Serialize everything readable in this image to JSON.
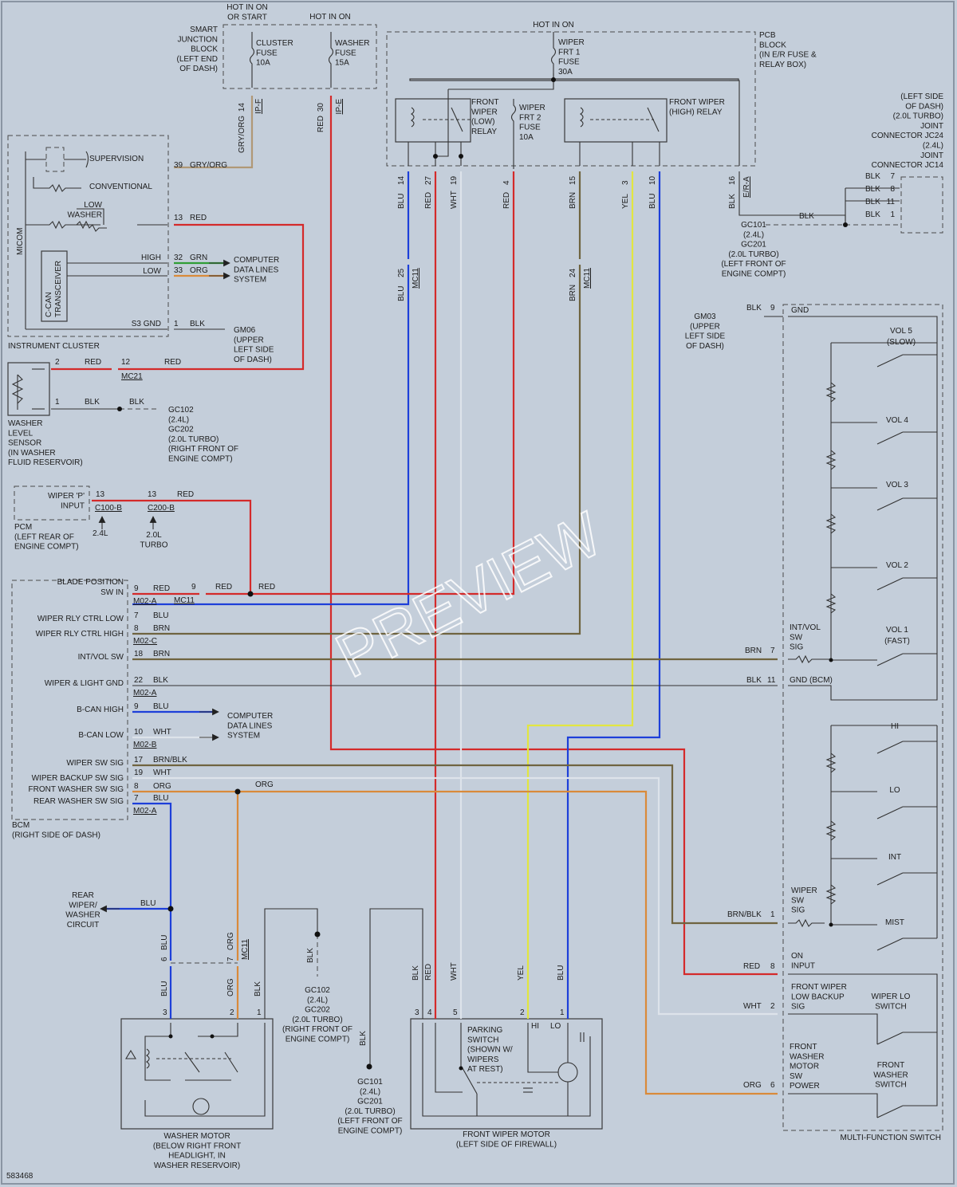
{
  "watermark": "PREVIEW",
  "diagram_id": "583468",
  "smart_junction_block": {
    "title": [
      "SMART",
      "JUNCTION",
      "BLOCK",
      "(LEFT END",
      "OF DASH)"
    ],
    "hot_a": [
      "HOT IN ON",
      "OR START"
    ],
    "hot_b": "HOT IN ON",
    "cluster_fuse": [
      "CLUSTER",
      "FUSE",
      "10A"
    ],
    "washer_fuse": [
      "WASHER",
      "FUSE",
      "15A"
    ],
    "pin_a": "14",
    "conn_a": "IP-F",
    "wire_a": "GRY/ORG",
    "pin_b": "30",
    "conn_b": "IP-E",
    "wire_b": "RED"
  },
  "pcb_block": {
    "title": [
      "PCB",
      "BLOCK",
      "(IN E/R FUSE &",
      "RELAY BOX)"
    ],
    "hot": "HOT IN ON",
    "wiper_fuse": [
      "WIPER",
      "FRT 1",
      "FUSE",
      "30A"
    ],
    "low_relay": [
      "FRONT",
      "WIPER",
      "(LOW)",
      "RELAY"
    ],
    "frt2_fuse": [
      "WIPER",
      "FRT 2",
      "FUSE",
      "10A"
    ],
    "high_relay": [
      "FRONT WIPER",
      "(HIGH) RELAY"
    ],
    "pins": [
      {
        "pin": "14",
        "wire": "BLU"
      },
      {
        "pin": "27",
        "wire": "RED"
      },
      {
        "pin": "19",
        "wire": "WHT"
      },
      {
        "pin": "4",
        "wire": "RED"
      },
      {
        "pin": "15",
        "wire": "BRN"
      },
      {
        "pin": "3",
        "wire": "YEL"
      },
      {
        "pin": "10",
        "wire": "BLU"
      },
      {
        "pin": "16",
        "wire": "BLK"
      }
    ],
    "pin16_conn": "E/R-A"
  },
  "joint_connector": {
    "title": [
      "(LEFT SIDE",
      "OF DASH)",
      "(2.0L TURBO)",
      "JOINT",
      "CONNECTOR JC24",
      "(2.4L)",
      "JOINT",
      "CONNECTOR JC14"
    ],
    "rows": [
      {
        "wire": "BLK",
        "pin": "7"
      },
      {
        "wire": "BLK",
        "pin": "8"
      },
      {
        "wire": "BLK",
        "pin": "11"
      },
      {
        "wire": "BLK",
        "pin": "1"
      }
    ],
    "ground": [
      "GC101",
      "(2.4L)",
      "GC201",
      "(2.0L TURBO)",
      "(LEFT FRONT OF",
      "ENGINE COMPT)"
    ]
  },
  "mc11_a": {
    "pin_blu": "25",
    "wire_blu": "BLU",
    "pin_brn": "24",
    "wire_brn": "BRN",
    "conn": "MC11"
  },
  "instrument_cluster": {
    "title": "INSTRUMENT CLUSTER",
    "micom": "MICOM",
    "supervision": "SUPERVISION",
    "conventional": "CONVENTIONAL",
    "low_washer": [
      "LOW",
      "WASHER"
    ],
    "transceiver": [
      "C-CAN",
      "TRANSCEIVER"
    ],
    "high": "HIGH",
    "low": "LOW",
    "s3_gnd": "S3 GND",
    "pins": [
      {
        "pin": "39",
        "wire": "GRY/ORG"
      },
      {
        "pin": "13",
        "wire": "RED"
      },
      {
        "pin": "32",
        "wire": "GRN"
      },
      {
        "pin": "33",
        "wire": "ORG"
      },
      {
        "pin": "1",
        "wire": "BLK"
      }
    ],
    "cdl": [
      "COMPUTER",
      "DATA LINES",
      "SYSTEM"
    ],
    "ground": [
      "GM06",
      "(UPPER",
      "LEFT SIDE",
      "OF DASH)"
    ]
  },
  "washer_level_sensor": {
    "title": [
      "WASHER",
      "LEVEL",
      "SENSOR",
      "(IN WASHER",
      "FLUID RESERVOIR)"
    ],
    "pin2": "2",
    "wire2": "RED",
    "pin2b": "12",
    "conn2": "MC21",
    "wire2b": "RED",
    "pin1": "1",
    "wire1": "BLK",
    "wire1b": "BLK",
    "ground": [
      "GC102",
      "(2.4L)",
      "GC202",
      "(2.0L TURBO)",
      "(RIGHT FRONT OF",
      "ENGINE COMPT)"
    ]
  },
  "pcm": {
    "box": [
      "WIPER 'P'",
      "INPUT"
    ],
    "title": [
      "PCM",
      "(LEFT REAR OF",
      "ENGINE COMPT)"
    ],
    "pin_a": "13",
    "conn_a": "C100-B",
    "var_a": "2.4L",
    "pin_b": "13",
    "conn_b": "C200-B",
    "var_b": [
      "2.0L",
      "TURBO"
    ],
    "wire": "RED"
  },
  "bcm": {
    "title": [
      "BCM",
      "(RIGHT SIDE OF DASH)"
    ],
    "rows": [
      {
        "label": [
          "BLADE POSITION",
          "SW IN"
        ],
        "pin": "9",
        "wire": "RED",
        "conn": "M02-A"
      },
      {
        "label": [
          "WIPER RLY CTRL LOW"
        ],
        "pin": "7",
        "wire": "BLU"
      },
      {
        "label": [
          "WIPER RLY CTRL HIGH"
        ],
        "pin": "8",
        "wire": "BRN",
        "conn": "M02-C"
      },
      {
        "label": [
          "INT/VOL SW"
        ],
        "pin": "18",
        "wire": "BRN"
      },
      {
        "label": [
          "WIPER & LIGHT GND"
        ],
        "pin": "22",
        "wire": "BLK",
        "conn": "M02-A"
      },
      {
        "label": [
          "B-CAN HIGH"
        ],
        "pin": "9",
        "wire": "BLU"
      },
      {
        "label": [
          "B-CAN LOW"
        ],
        "pin": "10",
        "wire": "WHT",
        "conn": "M02-B"
      },
      {
        "label": [
          "WIPER SW SIG"
        ],
        "pin": "17",
        "wire": "BRN/BLK"
      },
      {
        "label": [
          "WIPER BACKUP SW SIG"
        ],
        "pin": "19",
        "wire": "WHT"
      },
      {
        "label": [
          "FRONT WASHER SW SIG"
        ],
        "pin": "8",
        "wire": "ORG"
      },
      {
        "label": [
          "REAR WASHER SW SIG"
        ],
        "pin": "7",
        "wire": "BLU",
        "conn": "M02-A"
      }
    ],
    "mc11_pin": "9",
    "mc11_conn": "MC11",
    "mc11_wire": "RED",
    "pcm_wire": "RED",
    "org_right": "ORG",
    "cdl": [
      "COMPUTER",
      "DATA LINES",
      "SYSTEM"
    ]
  },
  "rear_wiper": {
    "label": [
      "REAR",
      "WIPER/",
      "WASHER",
      "CIRCUIT"
    ],
    "wire": "BLU"
  },
  "mc11_b": {
    "pin_blu": "6",
    "wire_blu": "BLU",
    "pin_org": "7",
    "wire_org": "ORG",
    "conn": "MC11"
  },
  "washer_motor": {
    "title": [
      "WASHER MOTOR",
      "(BELOW RIGHT FRONT",
      "HEADLIGHT, IN",
      "WASHER RESERVOIR)"
    ],
    "pins": [
      {
        "pin": "3",
        "wire": "BLU"
      },
      {
        "pin": "2",
        "wire": "ORG"
      },
      {
        "pin": "1",
        "wire": "BLK"
      }
    ],
    "gnd_wire": "BLK",
    "ground": [
      "GC102",
      "(2.4L)",
      "GC202",
      "(2.0L TURBO)",
      "(RIGHT FRONT OF",
      "ENGINE COMPT)"
    ]
  },
  "front_wiper_motor": {
    "title": [
      "FRONT WIPER MOTOR",
      "(LEFT SIDE OF FIREWALL)"
    ],
    "pins": [
      {
        "pin": "3",
        "wire": "BLK"
      },
      {
        "pin": "4",
        "wire": "RED"
      },
      {
        "pin": "5",
        "wire": "WHT"
      },
      {
        "pin": "2",
        "wire": "YEL"
      },
      {
        "pin": "1",
        "wire": "BLU"
      }
    ],
    "parking": [
      "PARKING",
      "SWITCH",
      "(SHOWN W/",
      "WIPERS",
      "AT REST)"
    ],
    "hi": "HI",
    "lo": "LO",
    "gnd_wire": "BLK",
    "ground": [
      "GC101",
      "(2.4L)",
      "GC201",
      "(2.0L TURBO)",
      "(LEFT FRONT OF",
      "ENGINE COMPT)"
    ]
  },
  "mfs": {
    "title": "MULTI-FUNCTION SWITCH",
    "gnd": "GND",
    "gm03": [
      "GM03",
      "(UPPER",
      "LEFT SIDE",
      "OF DASH)"
    ],
    "gm03_wire": "BLK",
    "gm03_pin": "9",
    "vol": [
      "VOL 5",
      "(SLOW)",
      "VOL 4",
      "VOL 3",
      "VOL 2",
      "VOL 1",
      "(FAST)"
    ],
    "intvol": [
      "INT/VOL",
      "SW",
      "SIG"
    ],
    "intvol_wire": "BRN",
    "intvol_pin": "7",
    "gnd_bcm": "GND (BCM)",
    "gnd_bcm_wire": "BLK",
    "gnd_bcm_pin": "11",
    "modes": [
      "HI",
      "LO",
      "INT",
      "MIST"
    ],
    "wiper_sw": [
      "WIPER",
      "SW",
      "SIG"
    ],
    "wiper_sw_wire": "BRN/BLK",
    "wiper_sw_pin": "1",
    "on_input": [
      "ON",
      "INPUT"
    ],
    "on_wire": "RED",
    "on_pin": "8",
    "backup": [
      "FRONT WIPER",
      "LOW BACKUP",
      "SIG"
    ],
    "backup_wire": "WHT",
    "backup_pin": "2",
    "lo_switch": [
      "WIPER LO",
      "SWITCH"
    ],
    "washer_power": [
      "FRONT",
      "WASHER",
      "MOTOR",
      "SW",
      "POWER"
    ],
    "washer_wire": "ORG",
    "washer_pin": "6",
    "washer_switch": [
      "FRONT",
      "WASHER",
      "SWITCH"
    ]
  }
}
